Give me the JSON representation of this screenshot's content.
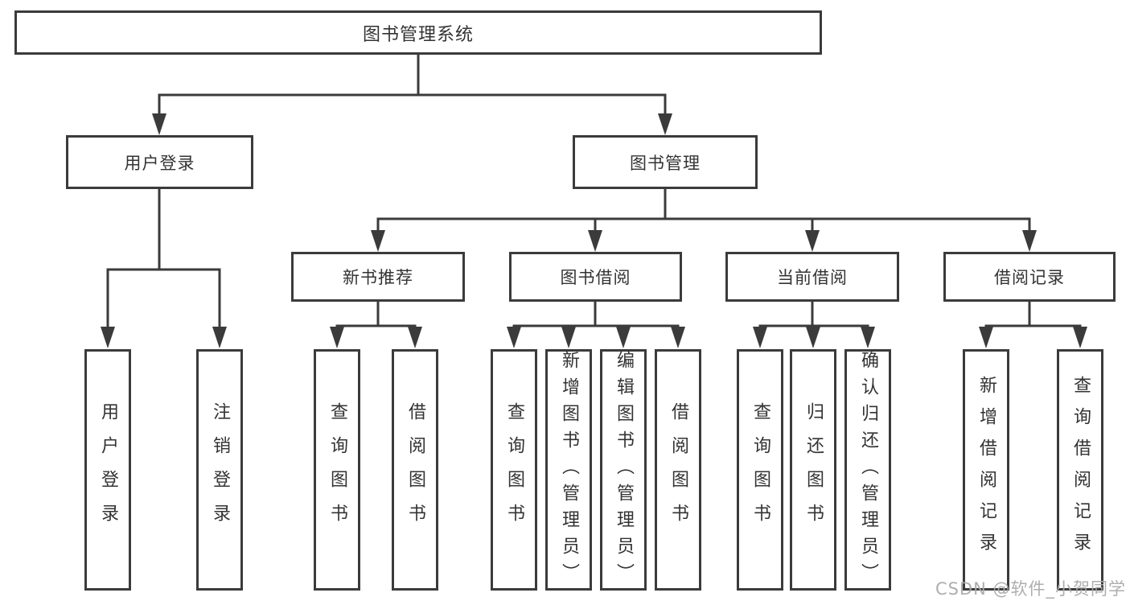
{
  "tree": {
    "label": "图书管理系统",
    "children": [
      {
        "label": "用户登录",
        "children": [
          {
            "label": "用户登录"
          },
          {
            "label": "注销登录"
          }
        ]
      },
      {
        "label": "图书管理",
        "children": [
          {
            "label": "新书推荐",
            "children": [
              {
                "label": "查询图书"
              },
              {
                "label": "借阅图书"
              }
            ]
          },
          {
            "label": "图书借阅",
            "children": [
              {
                "label": "查询图书"
              },
              {
                "label": "新增图书（管理员）"
              },
              {
                "label": "编辑图书（管理员）"
              },
              {
                "label": "借阅图书"
              }
            ]
          },
          {
            "label": "当前借阅",
            "children": [
              {
                "label": "查询图书"
              },
              {
                "label": "归还图书"
              },
              {
                "label": "确认归还（管理员）"
              }
            ]
          },
          {
            "label": "借阅记录",
            "children": [
              {
                "label": "新增借阅记录"
              },
              {
                "label": "查询借阅记录"
              }
            ]
          }
        ]
      }
    ]
  },
  "watermark": {
    "text": "CSDN @软件_小贺同学"
  },
  "colors": {
    "line": "#3b3b3b",
    "box_border": "#3b3b3b",
    "text": "#333333",
    "watermark": "#aaaaaa",
    "background": "#ffffff"
  }
}
